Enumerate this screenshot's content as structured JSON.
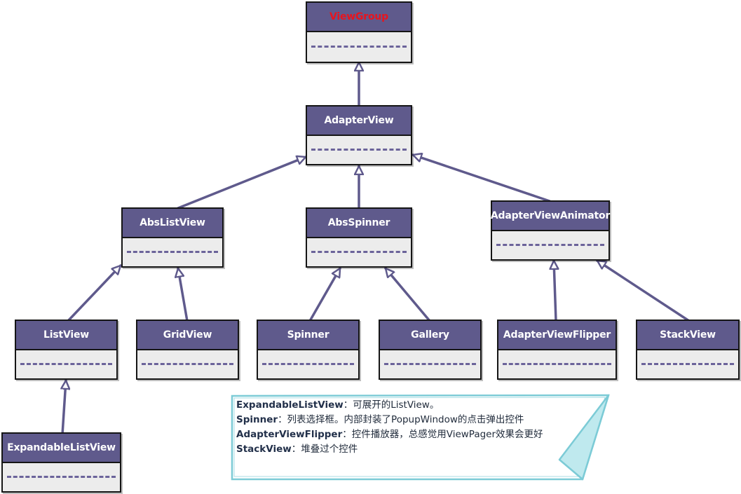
{
  "nodes": {
    "viewgroup": {
      "label": "ViewGroup",
      "label_color": "#e8141e"
    },
    "adapterview": {
      "label": "AdapterView"
    },
    "abslistview": {
      "label": "AbsListView"
    },
    "absspinner": {
      "label": "AbsSpinner"
    },
    "adapterviewanimator": {
      "label": "AdapterViewAnimator"
    },
    "listview": {
      "label": "ListView"
    },
    "gridview": {
      "label": "GridView"
    },
    "spinner": {
      "label": "Spinner"
    },
    "gallery": {
      "label": "Gallery"
    },
    "adapterviewflipper": {
      "label": "AdapterViewFlipper"
    },
    "stackview": {
      "label": "StackView"
    },
    "expandablelistview": {
      "label": "ExpandableListView"
    }
  },
  "note": {
    "lines": [
      {
        "term": "ExpandableListView",
        "desc": "：可展开的ListView。"
      },
      {
        "term": "Spinner",
        "desc": "：列表选择框。内部封装了PopupWindow的点击弹出控件"
      },
      {
        "term": "AdapterViewFlipper",
        "desc": "：控件播放器，总感觉用ViewPager效果会更好"
      },
      {
        "term": "StackView",
        "desc": "：堆叠过个控件"
      }
    ]
  },
  "colors": {
    "class_header": "#5f5a8c",
    "class_body": "#ececec",
    "connector": "#5f5a8c",
    "note_border": "#7ccbd6",
    "note_fold": "#bfe9ee"
  }
}
